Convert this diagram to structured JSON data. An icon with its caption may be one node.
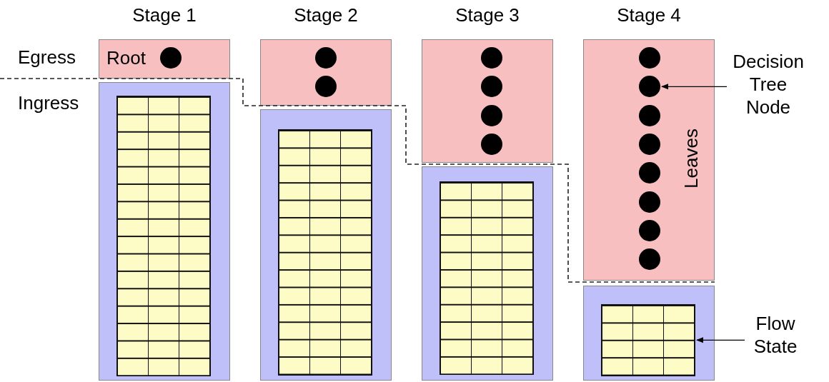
{
  "diagram": {
    "nodes": [
      {
        "text": [
          "Stage 1"
        ]
      },
      {
        "text": [
          "Root"
        ],
        "in": 0
      },
      {
        "text": [],
        "shape": "circle",
        "in": 1
      },
      {
        "text": [],
        "shape": "box",
        "in": 0
      },
      {
        "text": [],
        "shape": "box",
        "in": 3
      },
      {
        "text": [
          "Stage 2"
        ]
      },
      {
        "text": [],
        "shape": "box",
        "in": 5
      },
      {
        "text": [],
        "shape": "circle",
        "in": 6
      },
      {
        "text": [],
        "shape": "circle",
        "in": 6
      },
      {
        "text": [],
        "shape": "box",
        "in": 5
      },
      {
        "text": [],
        "shape": "box",
        "in": 9
      },
      {
        "text": [
          "Stage 3"
        ]
      },
      {
        "text": [],
        "shape": "box",
        "in": 11
      },
      {
        "text": [],
        "shape": "circle",
        "in": 12
      },
      {
        "text": [],
        "shape": "circle",
        "in": 12
      },
      {
        "text": [],
        "shape": "circle",
        "in": 12
      },
      {
        "text": [],
        "shape": "circle",
        "in": 12
      },
      {
        "text": [],
        "shape": "box",
        "in": 11
      },
      {
        "text": [],
        "shape": "box",
        "in": 17
      },
      {
        "text": [
          "Stage 4"
        ]
      },
      {
        "text": [],
        "shape": "box",
        "in": 19
      },
      {
        "text": [],
        "shape": "circle",
        "in": 20
      },
      {
        "text": [],
        "shape": "circle",
        "in": 20
      },
      {
        "text": [],
        "shape": "circle",
        "in": 20
      },
      {
        "text": [],
        "shape": "circle",
        "in": 20
      },
      {
        "text": [],
        "shape": "circle",
        "in": 20
      },
      {
        "text": [],
        "shape": "circle",
        "in": 20
      },
      {
        "text": [],
        "shape": "circle",
        "in": 20
      },
      {
        "text": [],
        "shape": "circle",
        "in": 20
      },
      {
        "text": [],
        "shape": "box",
        "in": 19
      },
      {
        "text": [],
        "shape": "box",
        "in": 29
      },
      {
        "text": [
          "Decision Tree Node"
        ]
      },
      {
        "text": [
          "Flow State"
        ]
      }
    ],
    "edges": [
      {
        "from": 31,
        "to": 22,
        "arrow": "to"
      },
      {
        "from": 32,
        "to": 30,
        "arrow": "to"
      }
    ],
    "labels": [
      "Egress",
      "Ingress",
      "Leaves"
    ]
  }
}
